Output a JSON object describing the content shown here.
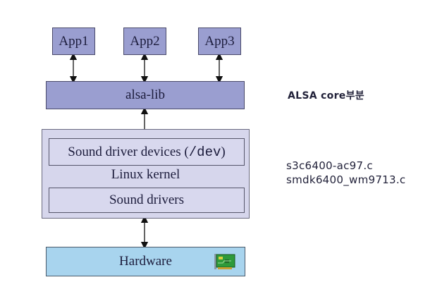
{
  "diagram": {
    "apps": [
      {
        "label": "App1"
      },
      {
        "label": "App2"
      },
      {
        "label": "App3"
      }
    ],
    "alsa_lib": {
      "label": "alsa-lib"
    },
    "kernel": {
      "label": "Linux kernel",
      "devices_label_prefix": "Sound driver devices (",
      "devices_label_path": "/dev",
      "devices_label_suffix": ")",
      "drivers_label": "Sound drivers"
    },
    "hardware": {
      "label": "Hardware",
      "icon": "sound-card-icon"
    },
    "colors": {
      "app_fill": "#9a9ed0",
      "kernel_fill": "#d6d6ec",
      "hardware_fill": "#a8d4ee"
    }
  },
  "annotations": {
    "alsa_core": "ALSA core부분",
    "driver_files": [
      "s3c6400-ac97.c",
      "smdk6400_wm9713.c"
    ]
  }
}
